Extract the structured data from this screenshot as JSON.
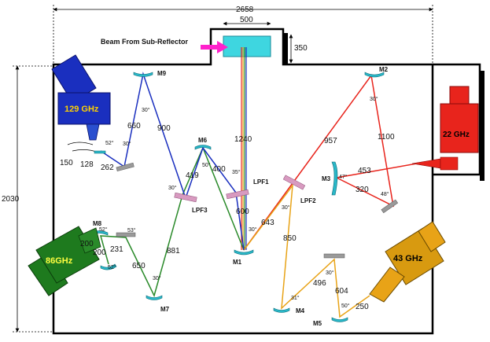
{
  "dimensions": {
    "overall_width": "2658",
    "overall_height": "2030",
    "port_width": "500",
    "port_height": "350"
  },
  "source_label": "Beam From Sub-Reflector",
  "receivers": {
    "r129": "129 GHz",
    "r86": "86GHz",
    "r22": "22 GHz",
    "r43": "43 GHz"
  },
  "components": {
    "M1": "M1",
    "M2": "M2",
    "M3": "M3",
    "M4": "M4",
    "M5": "M5",
    "M6": "M6",
    "M7": "M7",
    "M8": "M8",
    "M9": "M9",
    "LPF1": "LPF1",
    "LPF2": "LPF2",
    "LPF3": "LPF3"
  },
  "distances": {
    "d1240": "1240",
    "d957": "957",
    "d1100": "1100",
    "d453": "453",
    "d320": "320",
    "d660": "660",
    "d900": "900",
    "d150": "150",
    "d128": "128",
    "d262": "262",
    "d419": "419",
    "d400": "400",
    "d600": "600",
    "d643": "643",
    "d850": "850",
    "d881": "881",
    "d650": "650",
    "d231": "231",
    "d200a": "200",
    "d200b": "200",
    "d496": "496",
    "d604": "604",
    "d250": "250"
  },
  "angles": {
    "a30_m2": "30°",
    "a47": "47°",
    "a48": "48°",
    "a30_m9": "30°",
    "a52_129": "52°",
    "a30_129": "30°",
    "a50_m6": "50°",
    "a35": "35°",
    "a30_lpf3": "30°",
    "a30_m1": "30°",
    "a30_lpf2": "30°",
    "a52_m8": "52°",
    "a52_m8b": "52°",
    "a53": "53°",
    "a30_m7": "30°",
    "a31": "31°",
    "a30_m4": "30°",
    "a50_m5": "50°"
  },
  "colors": {
    "blue": "#1a2fbf",
    "red": "#e8241c",
    "orange": "#e8a317",
    "green": "#2a8a2a",
    "mirror": "#2ab8c8",
    "filter": "#d89ac0",
    "gray": "#9a9a9a",
    "arrow": "#ff22cc"
  }
}
